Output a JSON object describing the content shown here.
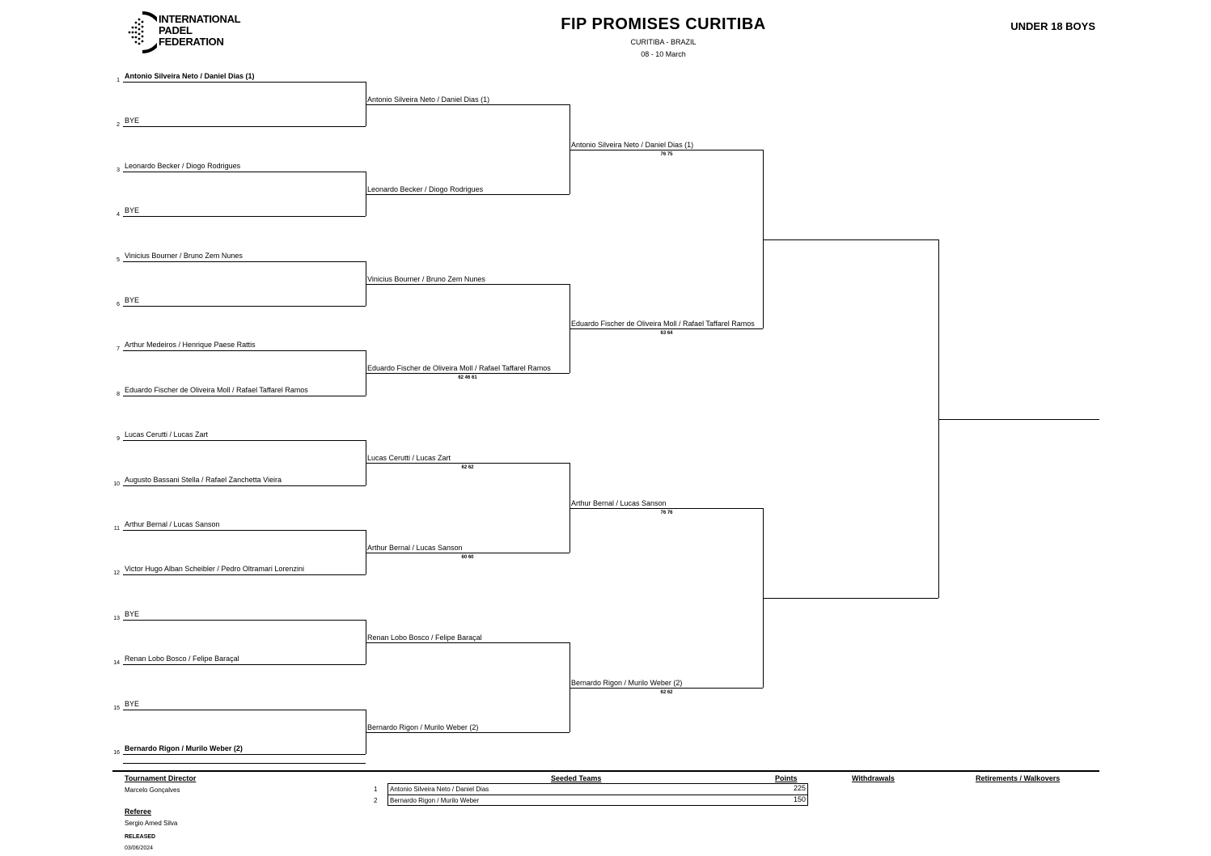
{
  "header": {
    "title": "FIP PROMISES CURITIBA",
    "city": "CURITIBA - BRAZIL",
    "dates": "08 - 10 March",
    "category": "UNDER 18 BOYS",
    "logo_lines": [
      "INTERNATIONAL",
      "PADEL",
      "FEDERATION"
    ]
  },
  "round1": [
    {
      "num": "1",
      "name": "Antonio Silveira Neto / Daniel Dias (1)"
    },
    {
      "num": "2",
      "name": "BYE"
    },
    {
      "num": "3",
      "name": "Leonardo Becker  / Diogo Rodrigues"
    },
    {
      "num": "4",
      "name": "BYE"
    },
    {
      "num": "5",
      "name": "Vinicius Bourner / Bruno Zem Nunes"
    },
    {
      "num": "6",
      "name": "BYE"
    },
    {
      "num": "7",
      "name": "Arthur Medeiros  / Henrique Paese Rattis"
    },
    {
      "num": "8",
      "name": "Eduardo Fischer de Oliveira Moll / Rafael Taffarel Ramos"
    },
    {
      "num": "9",
      "name": "Lucas Cerutti  / Lucas Zart"
    },
    {
      "num": "10",
      "name": "Augusto Bassani Stella / Rafael Zanchetta Vieira"
    },
    {
      "num": "11",
      "name": "Arthur Bernal / Lucas Sanson"
    },
    {
      "num": "12",
      "name": "Victor Hugo Alban Scheibler / Pedro Oltramari Lorenzini"
    },
    {
      "num": "13",
      "name": "BYE"
    },
    {
      "num": "14",
      "name": "Renan Lobo Bosco / Felipe Baraçal"
    },
    {
      "num": "15",
      "name": "BYE"
    },
    {
      "num": "16",
      "name": "Bernardo Rigon  / Murilo Weber  (2)"
    }
  ],
  "round2": [
    {
      "name": "Antonio Silveira Neto / Daniel Dias (1)",
      "score": ""
    },
    {
      "name": "Leonardo Becker  / Diogo Rodrigues",
      "score": ""
    },
    {
      "name": "Vinicius Bourner / Bruno Zem Nunes",
      "score": ""
    },
    {
      "name": "Eduardo Fischer de Oliveira Moll / Rafael Taffarel Ramos",
      "score": "62 46 61"
    },
    {
      "name": "Lucas Cerutti  / Lucas Zart",
      "score": "62 62"
    },
    {
      "name": "Arthur Bernal / Lucas Sanson",
      "score": "60 60"
    },
    {
      "name": "Renan Lobo Bosco / Felipe Baraçal",
      "score": ""
    },
    {
      "name": "Bernardo Rigon  / Murilo Weber  (2)",
      "score": ""
    }
  ],
  "round3": [
    {
      "name": "Antonio Silveira Neto / Daniel Dias (1)",
      "score": "76 75"
    },
    {
      "name": "Eduardo Fischer de Oliveira Moll / Rafael Taffarel Ramos",
      "score": "63 64"
    },
    {
      "name": "Arthur Bernal / Lucas Sanson",
      "score": "76 76"
    },
    {
      "name": "Bernardo Rigon  / Murilo Weber  (2)",
      "score": "62 62"
    }
  ],
  "footer": {
    "director_label": "Tournament Director",
    "director_name": "Marcelo Gonçalves",
    "referee_label": "Referee",
    "referee_name": "Sergio Amed Silva",
    "released_label": "RELEASED",
    "released_date": "03/06/2024",
    "seeded_label": "Seeded Teams",
    "points_label": "Points",
    "withdrawals_label": "Withdrawals",
    "retirements_label": "Retirements / Walkovers",
    "seeds": [
      {
        "num": "1",
        "name": "Antonio Silveira Neto / Daniel Dias",
        "points": "225"
      },
      {
        "num": "2",
        "name": "Bernardo Rigon  / Murilo Weber",
        "points": "150"
      }
    ]
  }
}
